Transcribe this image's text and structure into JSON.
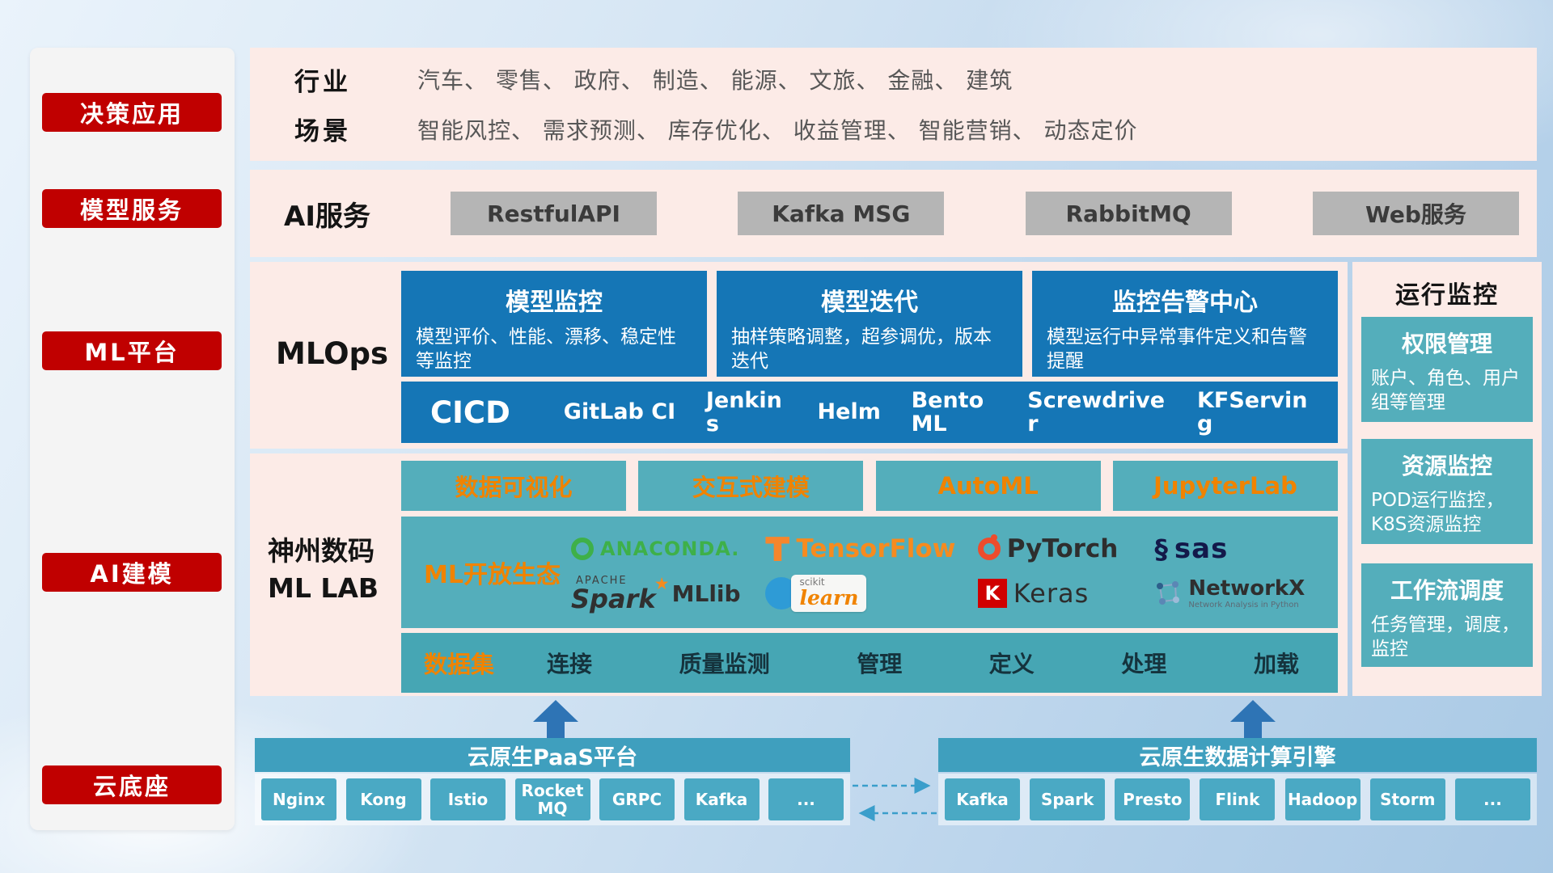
{
  "sidebar": {
    "items": [
      {
        "label": "决策应用"
      },
      {
        "label": "模型服务"
      },
      {
        "label": "ML平台"
      },
      {
        "label": "AI建模"
      },
      {
        "label": "云底座"
      }
    ]
  },
  "industry": {
    "row1_label": "行业",
    "row1_text": "汽车、 零售、 政府、 制造、 能源、 文旅、 金融、 建筑",
    "row2_label": "场景",
    "row2_text": "智能风控、 需求预测、 库存优化、 收益管理、 智能营销、 动态定价"
  },
  "ai_service": {
    "label": "AI服务",
    "buttons": [
      "RestfulAPI",
      "Kafka MSG",
      "RabbitMQ",
      "Web服务"
    ]
  },
  "mlops": {
    "label": "MLOps",
    "cards": [
      {
        "title": "模型监控",
        "desc": "模型评价、性能、漂移、稳定性等监控"
      },
      {
        "title": "模型迭代",
        "desc": "抽样策略调整，超参调优，版本迭代"
      },
      {
        "title": "监控告警中心",
        "desc": "模型运行中异常事件定义和告警提醒"
      }
    ],
    "cicd_label": "CICD",
    "cicd_tools": [
      "GitLab CI",
      "Jenkins",
      "Helm",
      "BentoML",
      "Screwdriver",
      "KFServing"
    ]
  },
  "mllab": {
    "label_line1": "神州数码",
    "label_line2": "ML LAB",
    "features": [
      "数据可视化",
      "交互式建模",
      "AutoML",
      "JupyterLab"
    ],
    "eco_label": "ML开放生态",
    "logos": {
      "anaconda": "ANACONDA.",
      "tensorflow": "TensorFlow",
      "pytorch": "PyTorch",
      "sas": "sas",
      "spark_apache": "APACHE",
      "spark": "Spark",
      "mllib": "MLlib",
      "scikit_top": "scikit",
      "scikit_learn": "learn",
      "keras_k": "K",
      "keras": "Keras",
      "networkx": "NetworkX",
      "networkx_sub": "Network Analysis in Python"
    },
    "dataset_label": "数据集",
    "dataset_items": [
      "连接",
      "质量监测",
      "管理",
      "定义",
      "处理",
      "加载"
    ]
  },
  "monitor": {
    "title": "运行监控",
    "cards": [
      {
        "title": "权限管理",
        "desc": "账户、角色、用户组等管理"
      },
      {
        "title": "资源监控",
        "desc": "POD运行监控，K8S资源监控"
      },
      {
        "title": "工作流调度",
        "desc": "任务管理，调度，监控"
      }
    ]
  },
  "cloud": {
    "paas_title": "云原生PaaS平台",
    "paas_items": [
      "Nginx",
      "Kong",
      "Istio",
      "RocketMQ",
      "GRPC",
      "Kafka",
      "..."
    ],
    "engine_title": "云原生数据计算引擎",
    "engine_items": [
      "Kafka",
      "Spark",
      "Presto",
      "Flink",
      "Hadoop",
      "Storm",
      "..."
    ]
  },
  "colors": {
    "accent_red": "#c00000",
    "panel_pink": "#fcebe7",
    "blue": "#1576b6",
    "teal": "#54aebb",
    "teal_dark": "#46a6b4",
    "orange": "#f08300",
    "bar_teal": "#3f9fbe",
    "chip_teal": "#4aa9c4",
    "arrow_blue": "#2e74b5"
  }
}
